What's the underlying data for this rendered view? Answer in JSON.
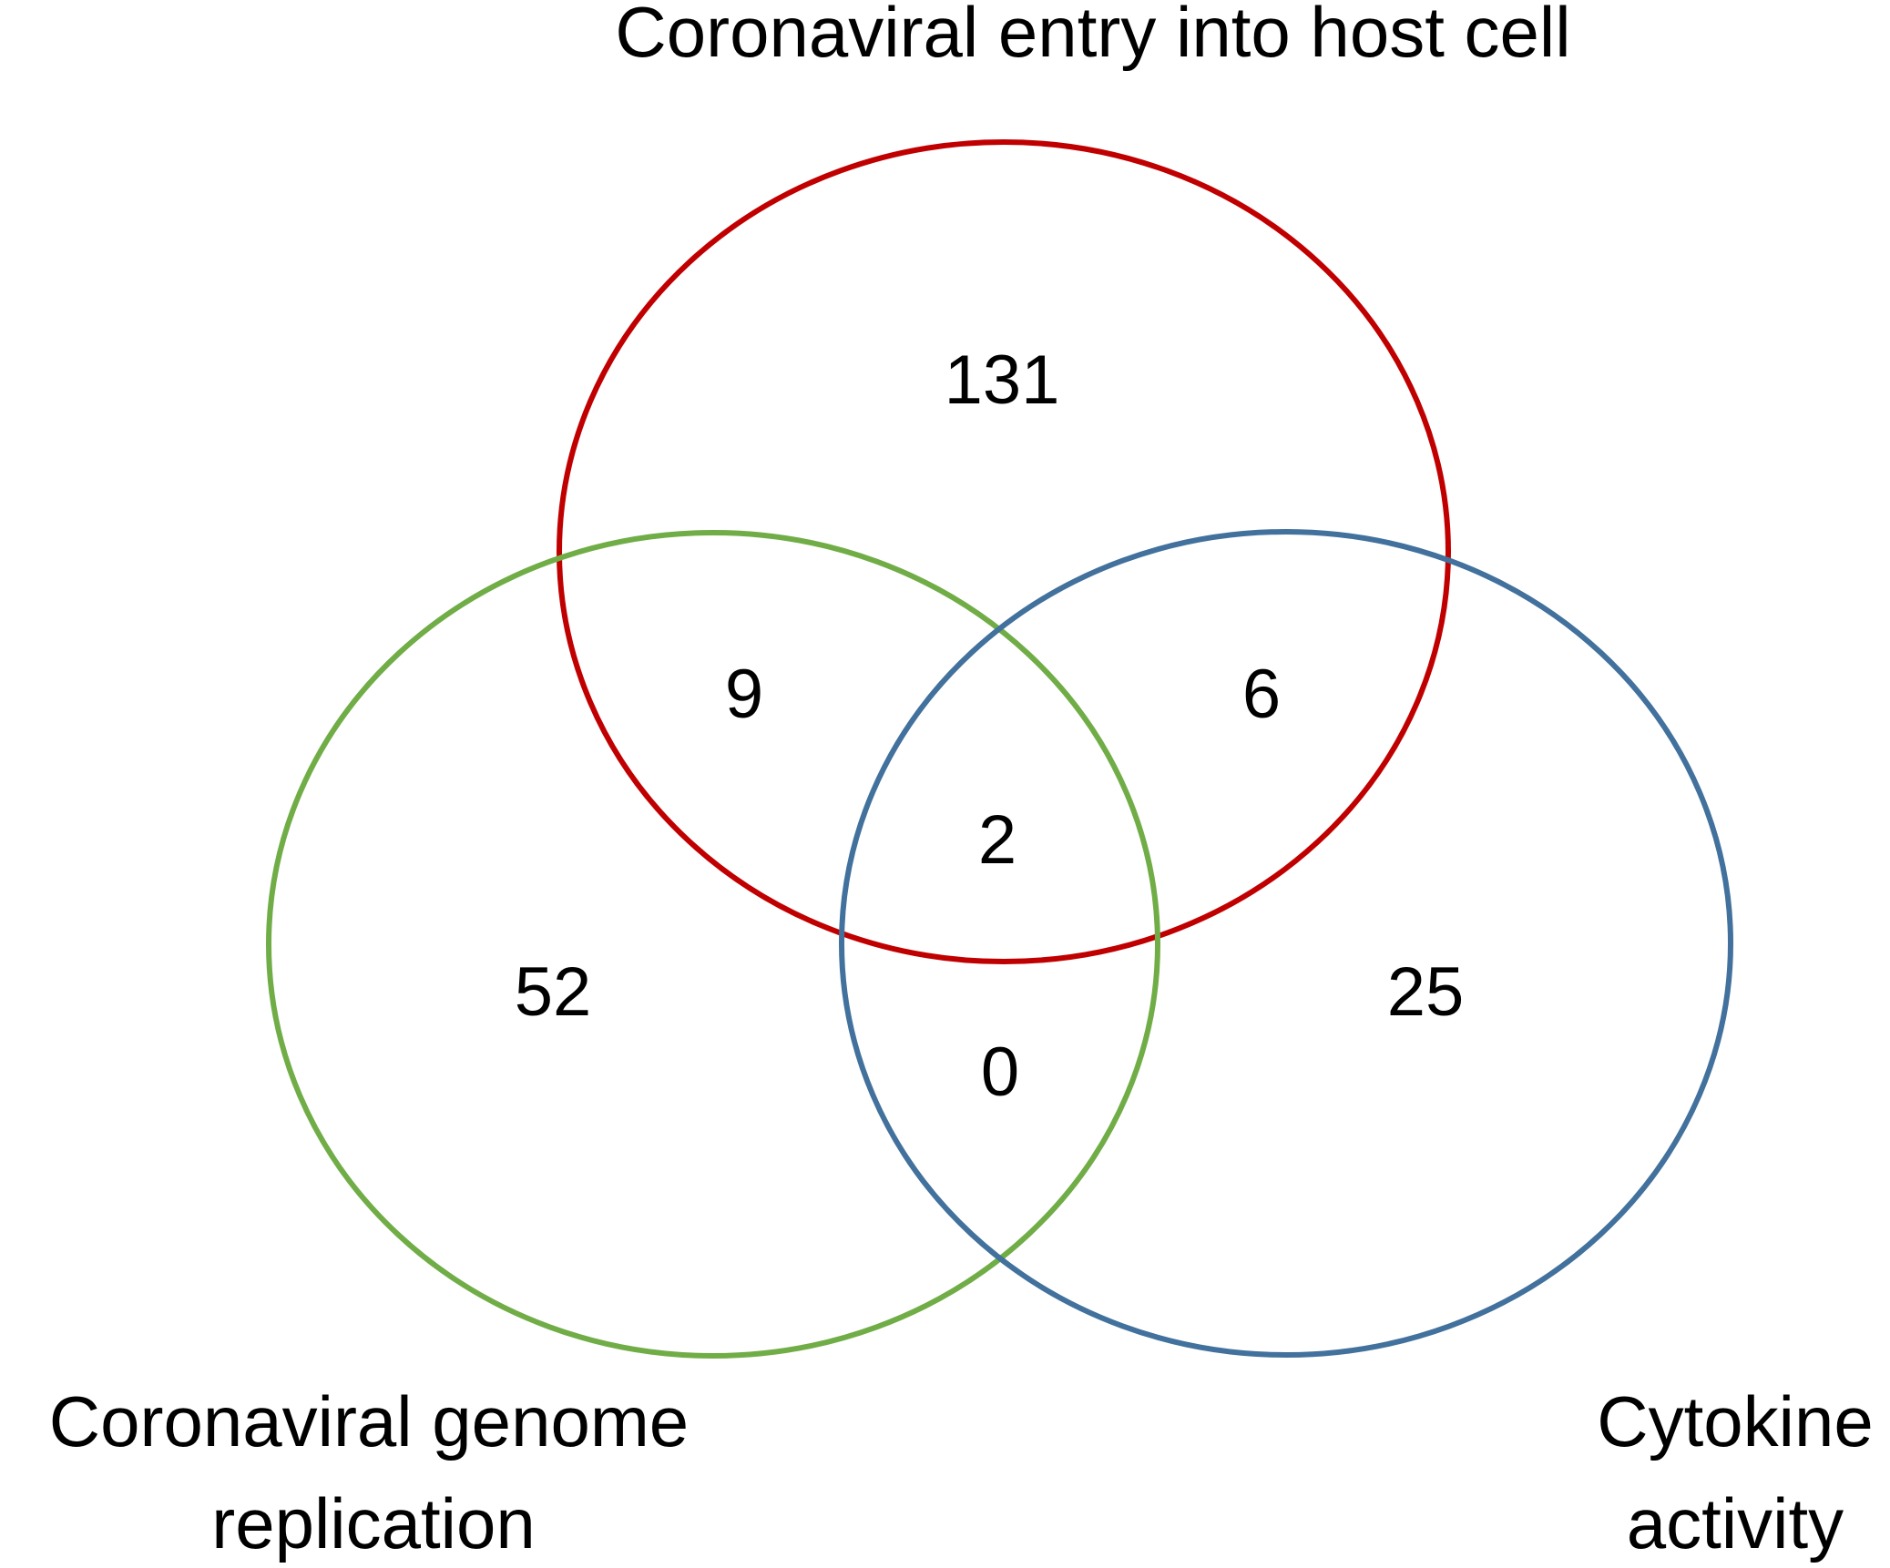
{
  "sets": [
    {
      "id": "entry",
      "label_lines": [
        "Coronaviral entry into host cell"
      ],
      "color": "#c00000"
    },
    {
      "id": "replication",
      "label_lines": [
        "Coronaviral genome",
        "replication"
      ],
      "color": "#70ad47"
    },
    {
      "id": "cytokine",
      "label_lines": [
        "Cytokine",
        "activity"
      ],
      "color": "#41719c"
    }
  ],
  "regions": {
    "entry_only": "131",
    "replication_only": "52",
    "cytokine_only": "25",
    "entry_replication": "9",
    "entry_cytokine": "6",
    "replication_cytokine": "0",
    "all_three": "2"
  }
}
